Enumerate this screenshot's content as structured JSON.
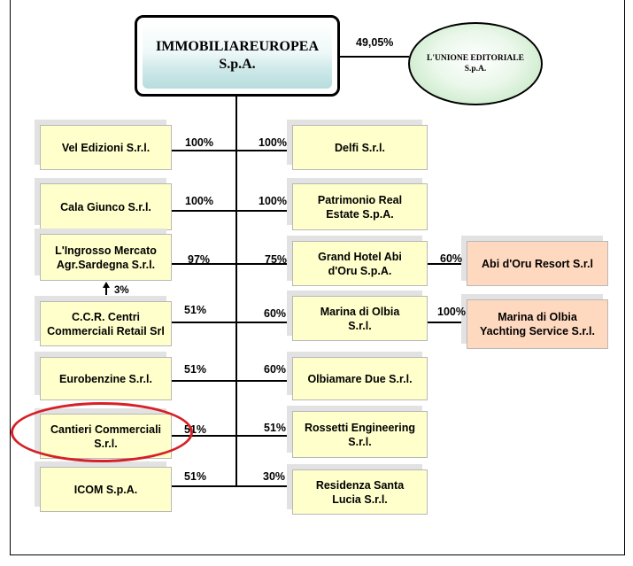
{
  "parent": {
    "line1": "IMMOBILIAREUROPEA",
    "line2": "S.p.A."
  },
  "parent_stake": "49,05%",
  "shareholder": {
    "line1": "L'UNIONE EDITORIALE",
    "line2": "S.p.A."
  },
  "left": [
    {
      "name": "Vel Edizioni S.r.l.",
      "pct": "100%"
    },
    {
      "name": "Cala Giunco S.r.l.",
      "pct": "100%"
    },
    {
      "name": "L'Ingrosso Mercato\nAgr.Sardegna S.r.l.",
      "pct": "97%"
    },
    {
      "name": "C.C.R. Centri\nCommerciali Retail Srl",
      "pct": "51%"
    },
    {
      "name": "Eurobenzine S.r.l.",
      "pct": "51%"
    },
    {
      "name": "Cantieri Commerciali\nS.r.l.",
      "pct": "51%"
    },
    {
      "name": "ICOM S.p.A.",
      "pct": "51%"
    }
  ],
  "right": [
    {
      "name": "Delfi S.r.l.",
      "pct": "100%"
    },
    {
      "name": "Patrimonio Real\nEstate S.p.A.",
      "pct": "100%"
    },
    {
      "name": "Grand Hotel Abi\nd'Oru S.p.A.",
      "pct": "75%"
    },
    {
      "name": "Marina di Olbia\nS.r.l.",
      "pct": "60%"
    },
    {
      "name": "Olbiamare Due S.r.l.",
      "pct": "60%"
    },
    {
      "name": "Rossetti Engineering\nS.r.l.",
      "pct": "51%"
    },
    {
      "name": "Residenza Santa\nLucia S.r.l.",
      "pct": "30%"
    }
  ],
  "far_right": [
    {
      "name": "Abi d'Oru Resort S.r.l",
      "pct": "60%"
    },
    {
      "name": "Marina di Olbia\nYachting Service S.r.l.",
      "pct": "100%"
    }
  ],
  "cross_stake": "3%",
  "colors": {
    "box": "#ffffcc",
    "peach": "#ffd9bf",
    "highlight": "#d62027"
  }
}
